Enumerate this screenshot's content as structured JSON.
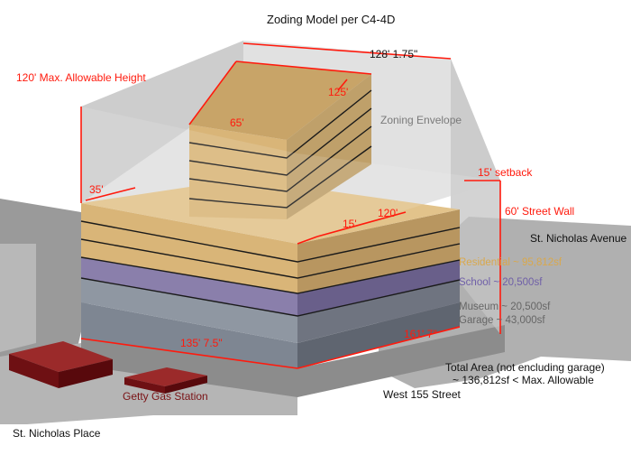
{
  "title": "Zoding Model per C4-4D",
  "labels": {
    "max_height": "120' Max. Allowable Height",
    "zoning_envelope": "Zoning Envelope",
    "setback": "15' setback",
    "street_wall": "60' Street Wall",
    "st_nicholas_avenue": "St. Nicholas Avenue",
    "st_nicholas_place": "St. Nicholas Place",
    "west_155_street": "West 155 Street",
    "getty_gas_station": "Getty Gas Station"
  },
  "dimensions": {
    "top_width": "128' 1.75\"",
    "tower_depth": "125'",
    "tower_width": "65'",
    "podium_left": "35'",
    "tower_setback": "15'",
    "podium_depth": "120'",
    "front_length": "135' 7.5\"",
    "side_length": "161' 7\""
  },
  "programs": {
    "residential": "Residential ~ 95,812sf",
    "school": "School ~ 20,500sf",
    "museum": "Museum ~ 20,500sf",
    "garage": "Garage ~ 43,000sf"
  },
  "total_area": {
    "line1": "Total Area (not encluding garage)",
    "line2": "~ 136,812sf < Max. Allowable"
  },
  "colors": {
    "red_dim": "#ff1a0d",
    "residential": "#d9b578",
    "school": "#8a7fab",
    "museum_garage": "#8d95a0",
    "envelope": "#d5d5d5",
    "gas_station": "#7a1316"
  }
}
